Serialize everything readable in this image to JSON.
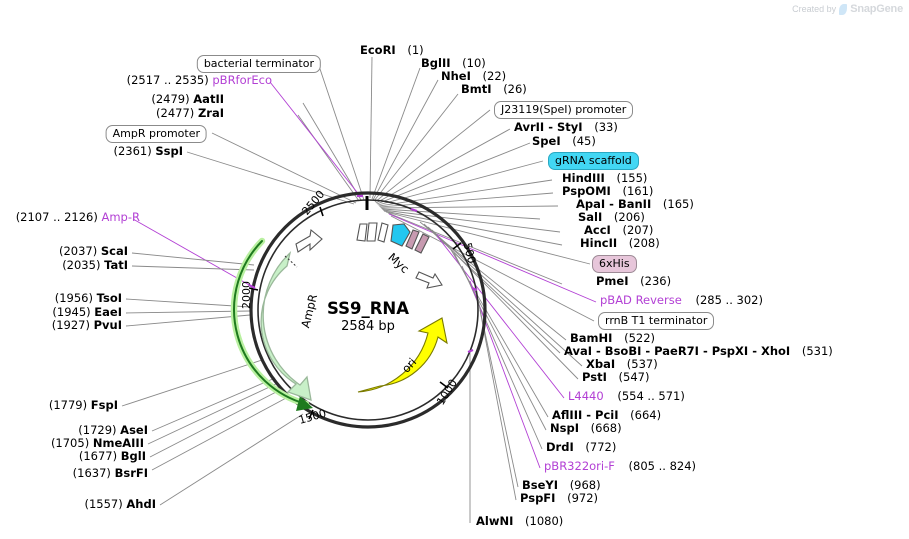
{
  "watermark": {
    "prefix": "Created by",
    "brand": "SnapGene",
    "icon": "snapgene-leaf-icon"
  },
  "plasmid": {
    "name": "SS9_RNA",
    "size": "2584 bp",
    "length_bp": 2584,
    "ring_ticks": [
      "500",
      "1000",
      "1500",
      "2000",
      "2500"
    ],
    "features": [
      {
        "name": "AmpR",
        "color": "#c8f0c8",
        "type": "arrow-ccw"
      },
      {
        "name": "ori",
        "color": "#ffff00",
        "type": "arrow-cw"
      },
      {
        "name": "Myc",
        "color": "#22c7f0",
        "type": "arrow-cw"
      }
    ]
  },
  "labels_top_left": [
    {
      "name": "bacterial terminator",
      "kind": "box"
    },
    {
      "pos": "(2517 .. 2535)",
      "name": "pBRforEco",
      "kind": "primer"
    },
    {
      "pos": "(2479)",
      "name": "AatII",
      "kind": "enzyme"
    },
    {
      "pos": "(2477)",
      "name": "ZraI",
      "kind": "enzyme"
    },
    {
      "name": "AmpR promoter",
      "kind": "box"
    },
    {
      "pos": "(2361)",
      "name": "SspI",
      "kind": "enzyme"
    }
  ],
  "labels_left": [
    {
      "pos": "(2107 .. 2126)",
      "name": "Amp-R",
      "kind": "primer"
    },
    {
      "pos": "(2037)",
      "name": "ScaI",
      "kind": "enzyme"
    },
    {
      "pos": "(2035)",
      "name": "TatI",
      "kind": "enzyme"
    },
    {
      "pos": "(1956)",
      "name": "TsoI",
      "kind": "enzyme"
    },
    {
      "pos": "(1945)",
      "name": "EaeI",
      "kind": "enzyme"
    },
    {
      "pos": "(1927)",
      "name": "PvuI",
      "kind": "enzyme"
    },
    {
      "pos": "(1779)",
      "name": "FspI",
      "kind": "enzyme"
    },
    {
      "pos": "(1729)",
      "name": "AseI",
      "kind": "enzyme"
    },
    {
      "pos": "(1705)",
      "name": "NmeAIII",
      "kind": "enzyme"
    },
    {
      "pos": "(1677)",
      "name": "BglI",
      "kind": "enzyme"
    },
    {
      "pos": "(1637)",
      "name": "BsrFI",
      "kind": "enzyme"
    },
    {
      "pos": "(1557)",
      "name": "AhdI",
      "kind": "enzyme"
    }
  ],
  "labels_top_right": [
    {
      "name": "EcoRI",
      "pos": "(1)",
      "kind": "enzyme"
    },
    {
      "name": "BglII",
      "pos": "(10)",
      "kind": "enzyme"
    },
    {
      "name": "NheI",
      "pos": "(22)",
      "kind": "enzyme"
    },
    {
      "name": "BmtI",
      "pos": "(26)",
      "kind": "enzyme"
    },
    {
      "name": "J23119(SpeI) promoter",
      "kind": "box"
    },
    {
      "name": "AvrII  -  StyI",
      "pos": "(33)",
      "kind": "enzyme"
    },
    {
      "name": "SpeI",
      "pos": "(45)",
      "kind": "enzyme"
    },
    {
      "name": "gRNA scaffold",
      "kind": "box-cyan"
    },
    {
      "name": "HindIII",
      "pos": "(155)",
      "kind": "enzyme"
    },
    {
      "name": "PspOMI",
      "pos": "(161)",
      "kind": "enzyme"
    },
    {
      "name": "ApaI  -  BanII",
      "pos": "(165)",
      "kind": "enzyme"
    },
    {
      "name": "SalI",
      "pos": "(206)",
      "kind": "enzyme"
    },
    {
      "name": "AccI",
      "pos": "(207)",
      "kind": "enzyme"
    },
    {
      "name": "HincII",
      "pos": "(208)",
      "kind": "enzyme"
    },
    {
      "name": "6xHis",
      "kind": "box-pink"
    },
    {
      "name": "PmeI",
      "pos": "(236)",
      "kind": "enzyme"
    },
    {
      "name": "pBAD Reverse",
      "pos": "(285 .. 302)",
      "kind": "primer"
    },
    {
      "name": "rrnB T1 terminator",
      "kind": "box"
    },
    {
      "name": "BamHI",
      "pos": "(522)",
      "kind": "enzyme"
    },
    {
      "name": "AvaI  -  BsoBI  -  PaeR7I  -  PspXI  -  XhoI",
      "pos": "(531)",
      "kind": "enzyme"
    },
    {
      "name": "XbaI",
      "pos": "(537)",
      "kind": "enzyme"
    },
    {
      "name": "PstI",
      "pos": "(547)",
      "kind": "enzyme"
    },
    {
      "name": "L4440",
      "pos": "(554 .. 571)",
      "kind": "primer"
    },
    {
      "name": "AflIII  -  PciI",
      "pos": "(664)",
      "kind": "enzyme"
    },
    {
      "name": "NspI",
      "pos": "(668)",
      "kind": "enzyme"
    },
    {
      "name": "DrdI",
      "pos": "(772)",
      "kind": "enzyme"
    },
    {
      "name": "pBR322ori-F",
      "pos": "(805 .. 824)",
      "kind": "primer"
    },
    {
      "name": "BseYI",
      "pos": "(968)",
      "kind": "enzyme"
    },
    {
      "name": "PspFI",
      "pos": "(972)",
      "kind": "enzyme"
    },
    {
      "name": "AlwNI",
      "pos": "(1080)",
      "kind": "enzyme"
    }
  ],
  "colors": {
    "primer": "#b23fd4",
    "ring": "#222222",
    "ampr": "#c8f0c8",
    "ori": "#ffff00",
    "myc": "#22c7f0",
    "gRNA": "#42d7f4",
    "his": "#e7c6da"
  }
}
